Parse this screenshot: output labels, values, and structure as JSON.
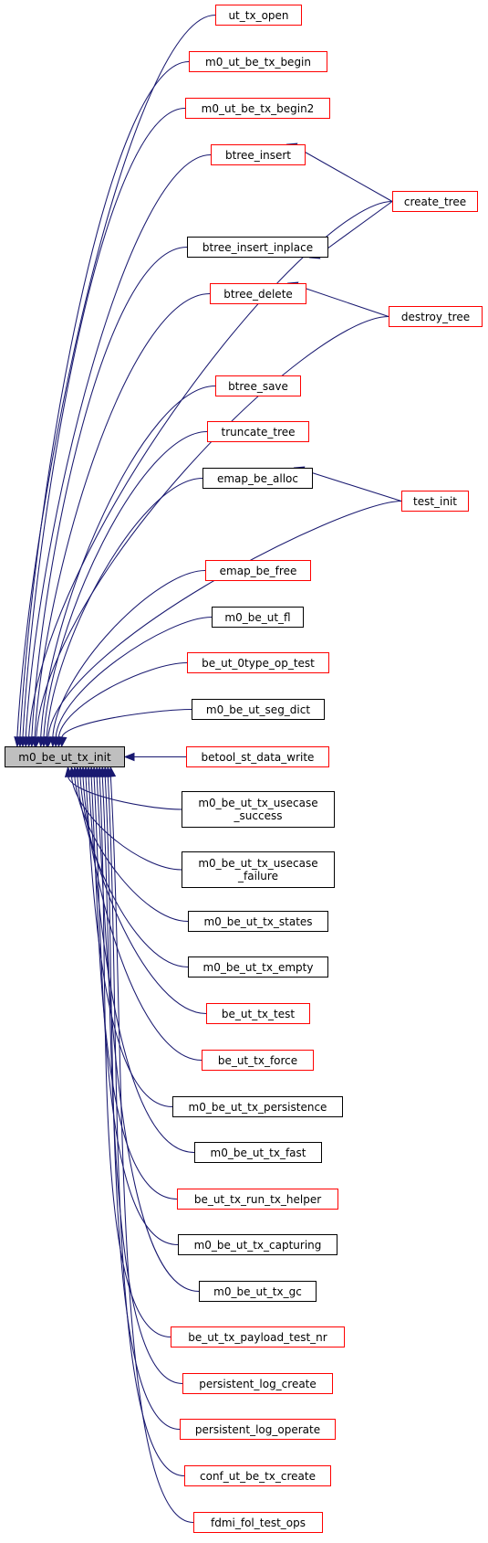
{
  "graph": {
    "root": {
      "id": "m0_be_ut_tx_init",
      "lines": [
        "m0_be_ut_tx_init"
      ]
    },
    "colors": {
      "edge": "#191970",
      "node_border": "#000000",
      "node_border_link": "#ff0000",
      "root_fill": "#bfbfbf"
    },
    "callers": [
      {
        "id": "ut_tx_open",
        "lines": [
          "ut_tx_open"
        ],
        "style": "red"
      },
      {
        "id": "m0_ut_be_tx_begin",
        "lines": [
          "m0_ut_be_tx_begin"
        ],
        "style": "red"
      },
      {
        "id": "m0_ut_be_tx_begin2",
        "lines": [
          "m0_ut_be_tx_begin2"
        ],
        "style": "red"
      },
      {
        "id": "btree_insert",
        "lines": [
          "btree_insert"
        ],
        "style": "red"
      },
      {
        "id": "btree_insert_inplace",
        "lines": [
          "btree_insert_inplace"
        ],
        "style": "black"
      },
      {
        "id": "btree_delete",
        "lines": [
          "btree_delete"
        ],
        "style": "red"
      },
      {
        "id": "btree_save",
        "lines": [
          "btree_save"
        ],
        "style": "red"
      },
      {
        "id": "truncate_tree",
        "lines": [
          "truncate_tree"
        ],
        "style": "red"
      },
      {
        "id": "emap_be_alloc",
        "lines": [
          "emap_be_alloc"
        ],
        "style": "black"
      },
      {
        "id": "emap_be_free",
        "lines": [
          "emap_be_free"
        ],
        "style": "red"
      },
      {
        "id": "m0_be_ut_fl",
        "lines": [
          "m0_be_ut_fl"
        ],
        "style": "black"
      },
      {
        "id": "be_ut_0type_op_test",
        "lines": [
          "be_ut_0type_op_test"
        ],
        "style": "red"
      },
      {
        "id": "m0_be_ut_seg_dict",
        "lines": [
          "m0_be_ut_seg_dict"
        ],
        "style": "black"
      },
      {
        "id": "betool_st_data_write",
        "lines": [
          "betool_st_data_write"
        ],
        "style": "red"
      },
      {
        "id": "m0_be_ut_tx_usecase_success",
        "lines": [
          "m0_be_ut_tx_usecase",
          "_success"
        ],
        "style": "black"
      },
      {
        "id": "m0_be_ut_tx_usecase_failure",
        "lines": [
          "m0_be_ut_tx_usecase",
          "_failure"
        ],
        "style": "black"
      },
      {
        "id": "m0_be_ut_tx_states",
        "lines": [
          "m0_be_ut_tx_states"
        ],
        "style": "black"
      },
      {
        "id": "m0_be_ut_tx_empty",
        "lines": [
          "m0_be_ut_tx_empty"
        ],
        "style": "black"
      },
      {
        "id": "be_ut_tx_test",
        "lines": [
          "be_ut_tx_test"
        ],
        "style": "red"
      },
      {
        "id": "be_ut_tx_force",
        "lines": [
          "be_ut_tx_force"
        ],
        "style": "red"
      },
      {
        "id": "m0_be_ut_tx_persistence",
        "lines": [
          "m0_be_ut_tx_persistence"
        ],
        "style": "black"
      },
      {
        "id": "m0_be_ut_tx_fast",
        "lines": [
          "m0_be_ut_tx_fast"
        ],
        "style": "black"
      },
      {
        "id": "be_ut_tx_run_tx_helper",
        "lines": [
          "be_ut_tx_run_tx_helper"
        ],
        "style": "red"
      },
      {
        "id": "m0_be_ut_tx_capturing",
        "lines": [
          "m0_be_ut_tx_capturing"
        ],
        "style": "black"
      },
      {
        "id": "m0_be_ut_tx_gc",
        "lines": [
          "m0_be_ut_tx_gc"
        ],
        "style": "black"
      },
      {
        "id": "be_ut_tx_payload_test_nr",
        "lines": [
          "be_ut_tx_payload_test_nr"
        ],
        "style": "red"
      },
      {
        "id": "persistent_log_create",
        "lines": [
          "persistent_log_create"
        ],
        "style": "red"
      },
      {
        "id": "persistent_log_operate",
        "lines": [
          "persistent_log_operate"
        ],
        "style": "red"
      },
      {
        "id": "conf_ut_be_tx_create",
        "lines": [
          "conf_ut_be_tx_create"
        ],
        "style": "red"
      },
      {
        "id": "fdmi_fol_test_ops",
        "lines": [
          "fdmi_fol_test_ops"
        ],
        "style": "red"
      }
    ],
    "outer": [
      {
        "id": "create_tree",
        "lines": [
          "create_tree"
        ],
        "style": "red"
      },
      {
        "id": "destroy_tree",
        "lines": [
          "destroy_tree"
        ],
        "style": "red"
      },
      {
        "id": "test_init",
        "lines": [
          "test_init"
        ],
        "style": "red"
      }
    ],
    "edges": [
      [
        "ut_tx_open",
        "m0_be_ut_tx_init"
      ],
      [
        "m0_ut_be_tx_begin",
        "m0_be_ut_tx_init"
      ],
      [
        "m0_ut_be_tx_begin2",
        "m0_be_ut_tx_init"
      ],
      [
        "btree_insert",
        "m0_be_ut_tx_init"
      ],
      [
        "create_tree",
        "m0_be_ut_tx_init"
      ],
      [
        "btree_insert_inplace",
        "m0_be_ut_tx_init"
      ],
      [
        "btree_delete",
        "m0_be_ut_tx_init"
      ],
      [
        "destroy_tree",
        "m0_be_ut_tx_init"
      ],
      [
        "btree_save",
        "m0_be_ut_tx_init"
      ],
      [
        "truncate_tree",
        "m0_be_ut_tx_init"
      ],
      [
        "emap_be_alloc",
        "m0_be_ut_tx_init"
      ],
      [
        "test_init",
        "m0_be_ut_tx_init"
      ],
      [
        "emap_be_free",
        "m0_be_ut_tx_init"
      ],
      [
        "m0_be_ut_fl",
        "m0_be_ut_tx_init"
      ],
      [
        "be_ut_0type_op_test",
        "m0_be_ut_tx_init"
      ],
      [
        "m0_be_ut_seg_dict",
        "m0_be_ut_tx_init"
      ],
      [
        "betool_st_data_write",
        "m0_be_ut_tx_init"
      ],
      [
        "m0_be_ut_tx_usecase_success",
        "m0_be_ut_tx_init"
      ],
      [
        "m0_be_ut_tx_usecase_failure",
        "m0_be_ut_tx_init"
      ],
      [
        "m0_be_ut_tx_states",
        "m0_be_ut_tx_init"
      ],
      [
        "m0_be_ut_tx_empty",
        "m0_be_ut_tx_init"
      ],
      [
        "be_ut_tx_test",
        "m0_be_ut_tx_init"
      ],
      [
        "be_ut_tx_force",
        "m0_be_ut_tx_init"
      ],
      [
        "m0_be_ut_tx_persistence",
        "m0_be_ut_tx_init"
      ],
      [
        "m0_be_ut_tx_fast",
        "m0_be_ut_tx_init"
      ],
      [
        "be_ut_tx_run_tx_helper",
        "m0_be_ut_tx_init"
      ],
      [
        "m0_be_ut_tx_capturing",
        "m0_be_ut_tx_init"
      ],
      [
        "m0_be_ut_tx_gc",
        "m0_be_ut_tx_init"
      ],
      [
        "be_ut_tx_payload_test_nr",
        "m0_be_ut_tx_init"
      ],
      [
        "persistent_log_create",
        "m0_be_ut_tx_init"
      ],
      [
        "persistent_log_operate",
        "m0_be_ut_tx_init"
      ],
      [
        "conf_ut_be_tx_create",
        "m0_be_ut_tx_init"
      ],
      [
        "fdmi_fol_test_ops",
        "m0_be_ut_tx_init"
      ],
      [
        "create_tree",
        "btree_insert"
      ],
      [
        "create_tree",
        "btree_insert_inplace"
      ],
      [
        "destroy_tree",
        "btree_delete"
      ],
      [
        "test_init",
        "emap_be_alloc"
      ]
    ]
  }
}
